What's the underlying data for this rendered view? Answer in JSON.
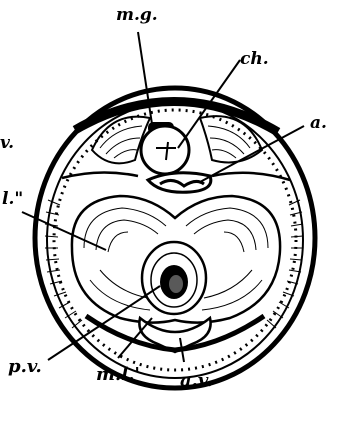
{
  "figure": {
    "labels": {
      "top_center": "m.g.",
      "chorda": "ch.",
      "right_upper": "a.",
      "left_upper": "v.",
      "left_mid": "l.\"",
      "bottom_left_pv": "p.v.",
      "bottom_ml": "m.l.'",
      "bottom_av": "a.v."
    },
    "colors": {
      "ink": "#000000",
      "paper": "#ffffff"
    }
  }
}
